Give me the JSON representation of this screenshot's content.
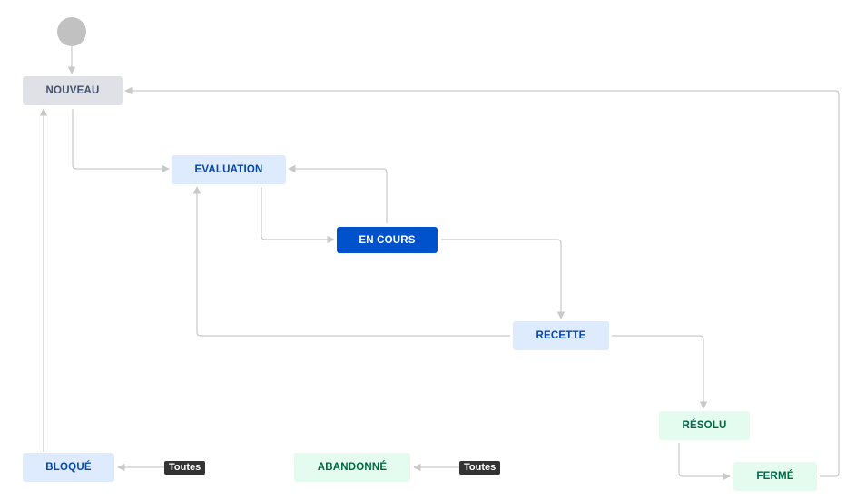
{
  "workflow": {
    "statuses": {
      "nouveau": "NOUVEAU",
      "evaluation": "EVALUATION",
      "en_cours": "EN COURS",
      "recette": "RECETTE",
      "resolu": "RÉSOLU",
      "ferme": "FERMÉ",
      "bloque": "BLOQUÉ",
      "abandonne": "ABANDONNÉ"
    },
    "global_transitions": {
      "to_bloque": "Toutes",
      "to_abandonne": "Toutes"
    },
    "colors": {
      "connector": "#c9c9c9",
      "todo_bg": "#dfe1e6",
      "in_progress_bg": "#deebff",
      "current_bg": "#0052cc",
      "done_bg": "#e3fcef"
    }
  }
}
